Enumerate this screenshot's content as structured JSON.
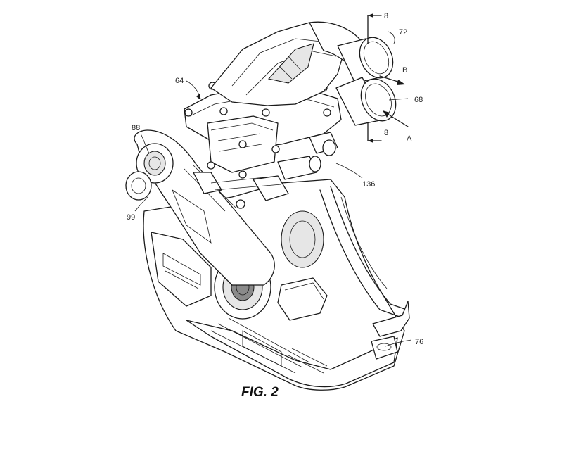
{
  "figure": {
    "caption": "FIG. 2",
    "labels": {
      "l8_top": "8",
      "l72": "72",
      "lB": "B",
      "l68": "68",
      "lA": "A",
      "l8_bottom": "8",
      "l64": "64",
      "l88": "88",
      "l99": "99",
      "l136": "136",
      "l76": "76"
    }
  }
}
